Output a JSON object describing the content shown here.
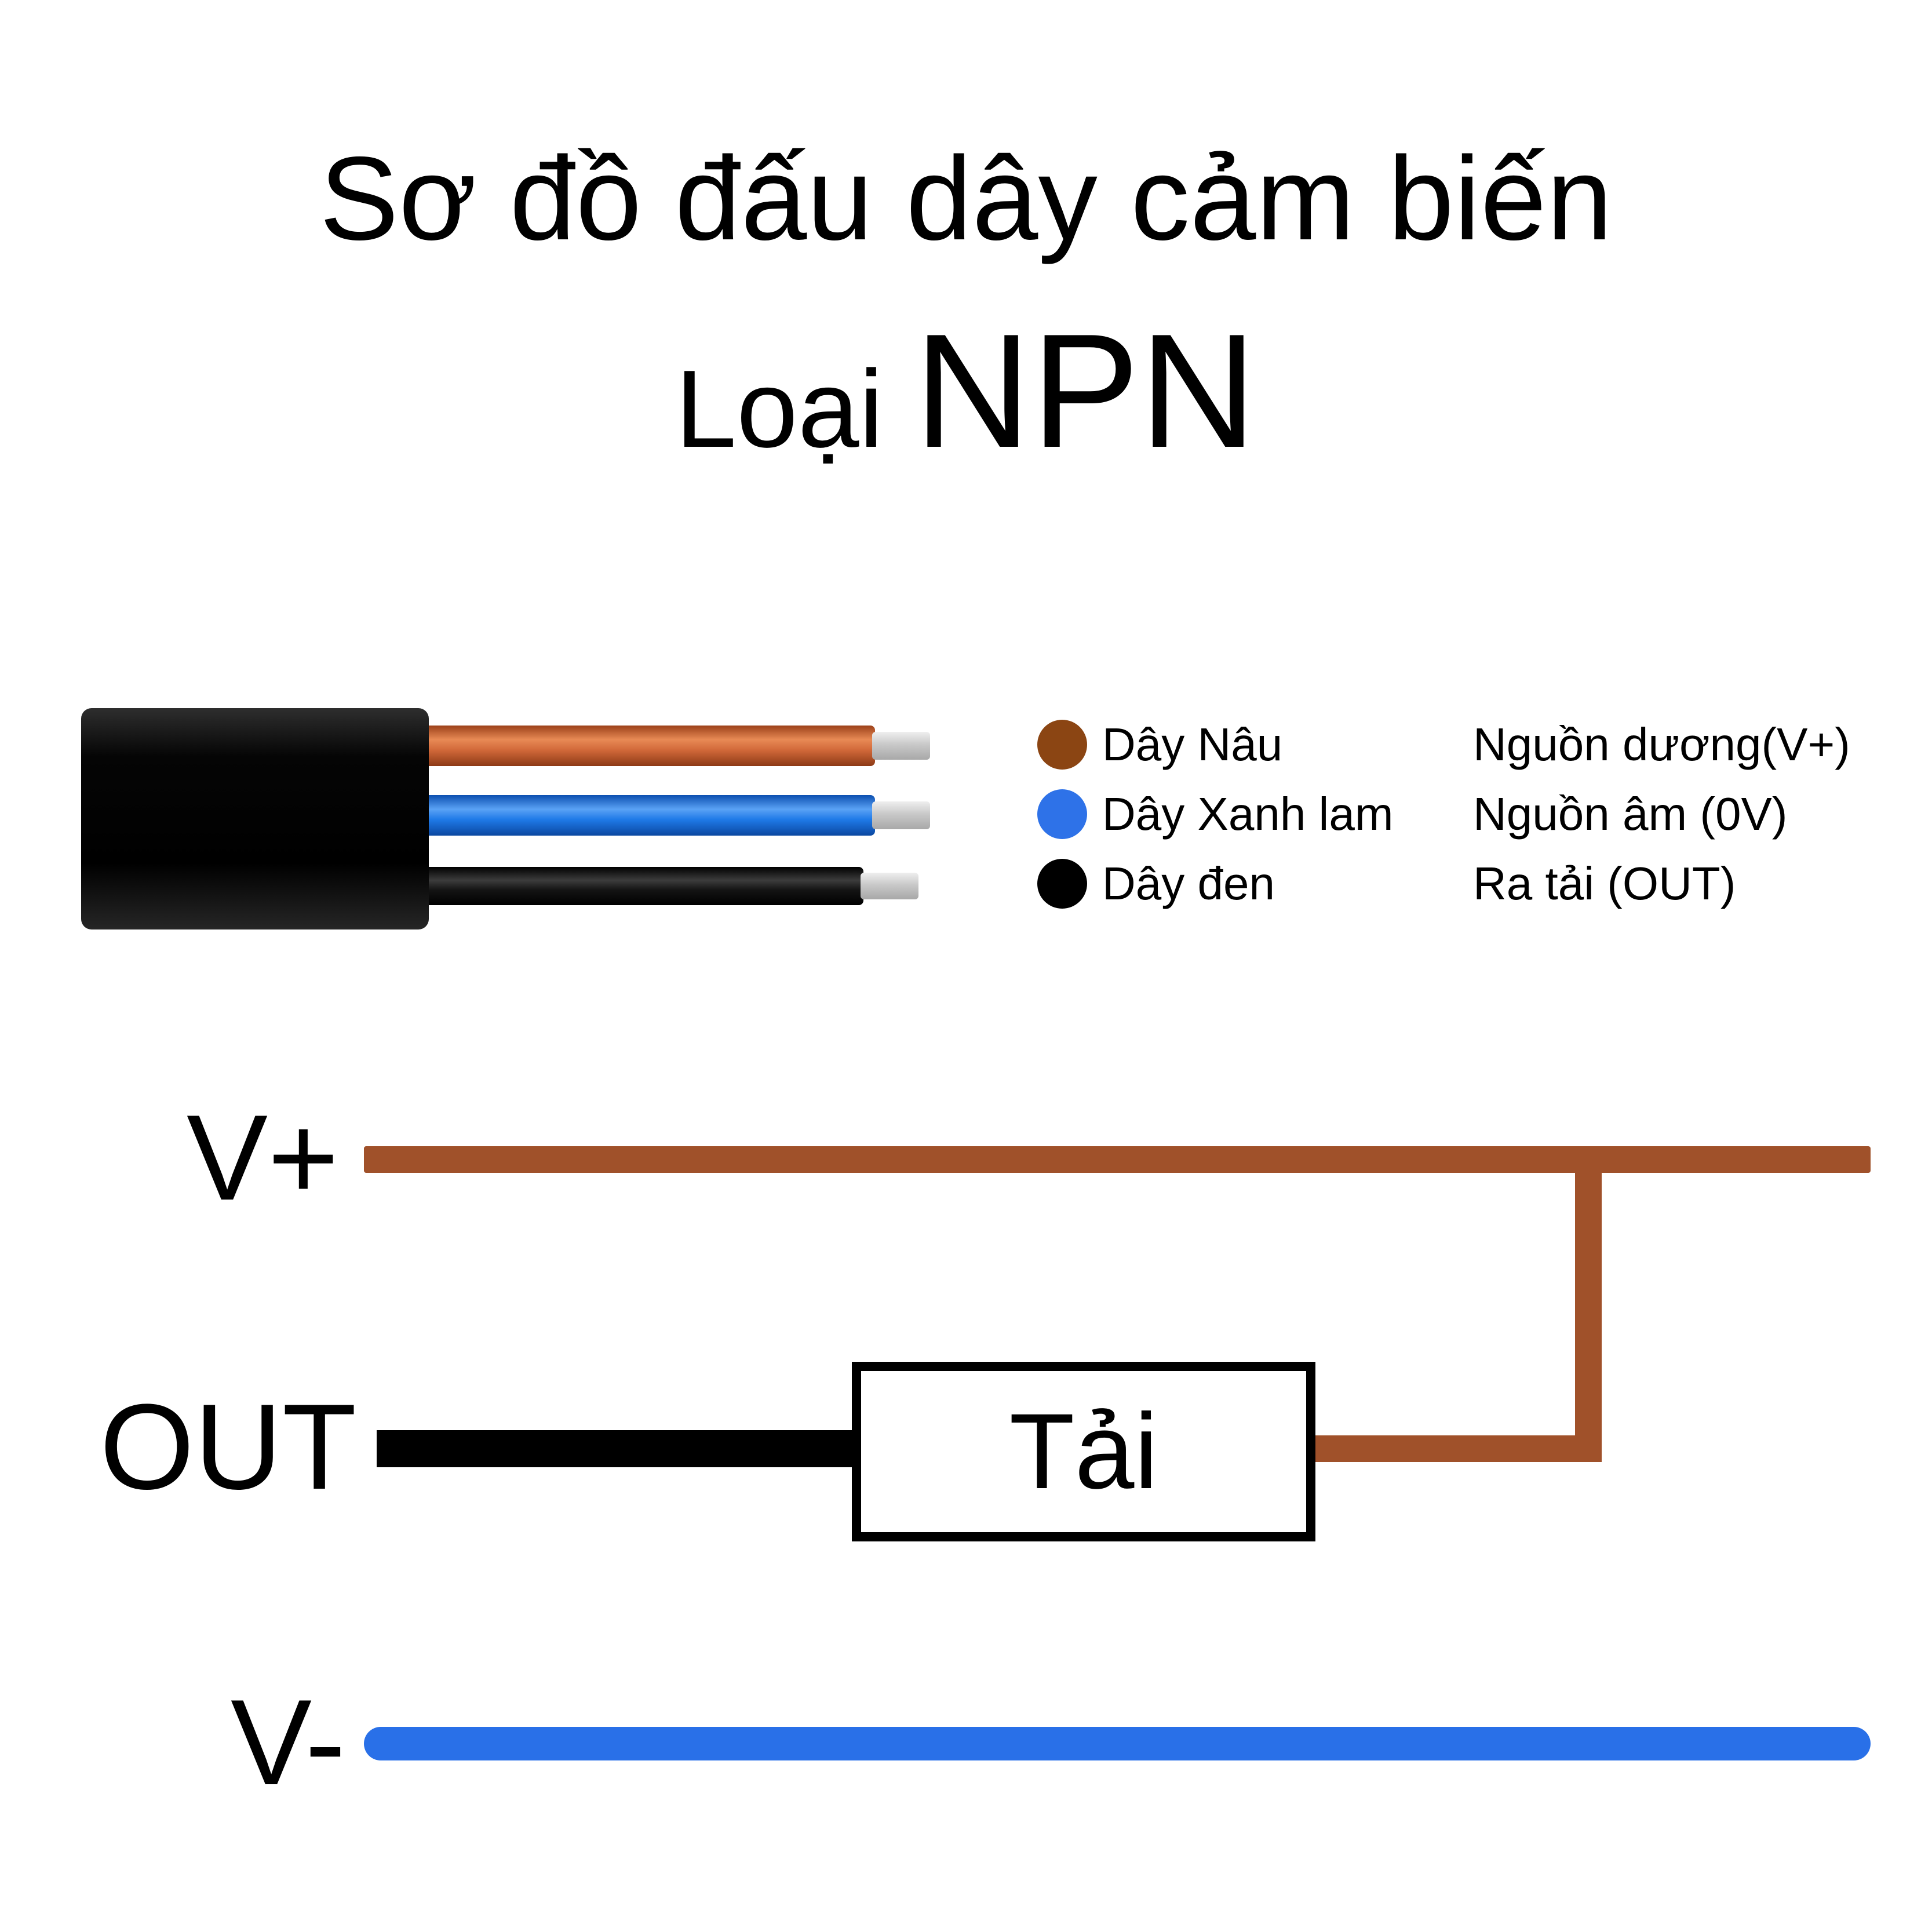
{
  "title": {
    "line1": "Sơ đồ đấu dây cảm biến",
    "line2_prefix": "Loại",
    "line2_type": "NPN"
  },
  "cable": {
    "wires": [
      {
        "name": "brown-wire",
        "color": "#C2602F"
      },
      {
        "name": "blue-wire",
        "color": "#1F7AE8"
      },
      {
        "name": "black-wire",
        "color": "#000000"
      }
    ],
    "tip_color": "#C9C9C9",
    "sheath_color": "#000000"
  },
  "legend": {
    "rows": [
      {
        "dot_color": "#8B4513",
        "wire_name": "Dây Nâu",
        "function": "Nguồn dương(V+)"
      },
      {
        "dot_color": "#2E72E8",
        "wire_name": "Dây Xanh lam",
        "function": "Nguồn âm (0V)"
      },
      {
        "dot_color": "#000000",
        "wire_name": "Dây đen",
        "function": "Ra tải (OUT)"
      }
    ]
  },
  "diagram": {
    "labels": {
      "vplus": "V+",
      "out": "OUT",
      "vminus": "V-",
      "load": "Tải"
    },
    "colors": {
      "vplus_line": "#A0512A",
      "out_line": "#000000",
      "vminus_line": "#2970E8"
    }
  }
}
